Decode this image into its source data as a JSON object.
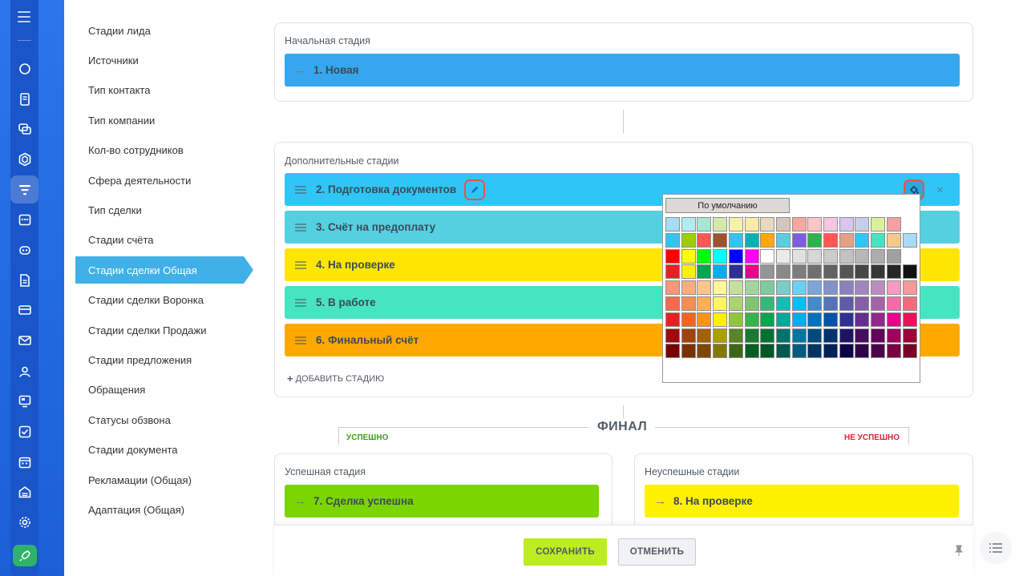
{
  "sidebar": {
    "icons": [
      "menu-icon",
      "pulse-icon",
      "document-icon",
      "chat-icon",
      "hexagon-icon",
      "funnel-icon",
      "calendar-icon",
      "robot-icon",
      "file-icon",
      "card-icon",
      "mail-icon",
      "contacts-icon",
      "presentation-icon",
      "task-check-icon",
      "schedule-icon",
      "garage-icon",
      "gear-icon",
      "rocket-icon"
    ]
  },
  "menu": {
    "items": [
      "Стадии лида",
      "Источники",
      "Тип контакта",
      "Тип компании",
      "Кол-во сотрудников",
      "Сфера деятельности",
      "Тип сделки",
      "Стадии счёта",
      "Стадии сделки Общая",
      "Стадии сделки Воронка",
      "Стадии сделки Продажи",
      "Стадии предложения",
      "Обращения",
      "Статусы обзвона",
      "Стадии документа",
      "Рекламации (Общая)",
      "Адаптация (Общая)"
    ],
    "active_index": 8
  },
  "initial": {
    "title": "Начальная стадия",
    "stage": {
      "label": "1. Новая",
      "color": "#36a6ee"
    }
  },
  "additional": {
    "title": "Дополнительные стадии",
    "stages": [
      {
        "label": "2. Подготовка документов",
        "color": "#2fc6f6"
      },
      {
        "label": "3. Счёт на предоплату",
        "color": "#55d0e0"
      },
      {
        "label": "4. На проверке",
        "color": "#ffe600"
      },
      {
        "label": "5. В работе",
        "color": "#47e4c2"
      },
      {
        "label": "6. Финальный счёт",
        "color": "#ffa900"
      }
    ],
    "add_label": "ДОБАВИТЬ СТАДИЮ"
  },
  "palette": {
    "default_label": "По умолчанию",
    "rows": [
      [
        "#a6dcf5",
        "#b2ebf2",
        "#a8e6cf",
        "#d4e9a9",
        "#f4f1a8",
        "#ffe9a8",
        "#e9d7c0",
        "#d3c6bd",
        "#f7a8a0",
        "#f9c6c6",
        "#f5c6e0",
        "#d8c6ee",
        "#c6cfe9",
        "#dcef9c",
        "#f5a0a0"
      ],
      [
        "#2fc6f6",
        "#9dcf00",
        "#ff5752",
        "#a0522d",
        "#2fc6f6",
        "#00b3b3",
        "#ffa900",
        "#55d0e0",
        "#7b5ce4",
        "#2cb34a",
        "#ff5752",
        "#e89f85",
        "#2fc6f6",
        "#47e4c2",
        "#f5c98c",
        "#a6dcf5"
      ],
      [
        "#ff0000",
        "#ffff00",
        "#00ff00",
        "#00ffff",
        "#0000ff",
        "#ff00ff",
        "#ffffff",
        "#ebebeb",
        "#e1e1e1",
        "#d7d7d7",
        "#cccccc",
        "#c2c2c2",
        "#b7b7b7",
        "#acacac",
        "#a0a0a0"
      ],
      [
        "#ee1d24",
        "#fff100",
        "#00a650",
        "#00aeef",
        "#2f3192",
        "#ed008c",
        "#959595",
        "#898989",
        "#7d7d7d",
        "#707070",
        "#626262",
        "#555555",
        "#464646",
        "#363636",
        "#262626",
        "#111111",
        "#000000"
      ],
      [
        "#f7977a",
        "#fbad82",
        "#fdc68c",
        "#fff799",
        "#c6df9c",
        "#a4d49d",
        "#81ca9d",
        "#7bcdc9",
        "#6ccff7",
        "#7ca6d8",
        "#8293ca",
        "#8881be",
        "#a286bd",
        "#bc8cbf",
        "#f49bc1",
        "#f5999d"
      ],
      [
        "#f16c4d",
        "#f68e54",
        "#fbaf5a",
        "#fff467",
        "#acd372",
        "#7dc473",
        "#39b778",
        "#16bcb4",
        "#00bff3",
        "#438ccb",
        "#5573b7",
        "#5e5ca7",
        "#855fa8",
        "#a763a9",
        "#ef6ea8",
        "#f16d7e"
      ],
      [
        "#ee1d24",
        "#f16522",
        "#f7941d",
        "#fff100",
        "#8fc63d",
        "#37b44a",
        "#00a650",
        "#00a99e",
        "#00aeef",
        "#0072bc",
        "#0054a5",
        "#2f3192",
        "#652c91",
        "#91278f",
        "#ed008c",
        "#ee105a"
      ],
      [
        "#9d0a0f",
        "#a1410d",
        "#a36209",
        "#aba000",
        "#588528",
        "#197b30",
        "#007236",
        "#00736a",
        "#0076a4",
        "#004a80",
        "#003370",
        "#1d1363",
        "#450e61",
        "#62055f",
        "#9e005c",
        "#9d0039"
      ],
      [
        "#790000",
        "#7b3000",
        "#7c4900",
        "#827a00",
        "#3e6617",
        "#045f20",
        "#005824",
        "#005951",
        "#005b7e",
        "#003562",
        "#002056",
        "#0c004b",
        "#30004a",
        "#4b0048",
        "#7a0045",
        "#7a0026"
      ]
    ]
  },
  "final": {
    "title": "ФИНАЛ",
    "success_tag": "УСПЕШНО",
    "fail_tag": "НЕ УСПЕШНО",
    "success_panel_title": "Успешная стадия",
    "success_stage": {
      "label": "7. Сделка успешна",
      "color": "#7bd500"
    },
    "fail_panel_title": "Неуспешные стадии",
    "fail_stage": {
      "label": "8. На проверке",
      "color": "#fff200"
    }
  },
  "footer": {
    "save_label": "СОХРАНИТЬ",
    "cancel_label": "ОТМЕНИТЬ"
  }
}
